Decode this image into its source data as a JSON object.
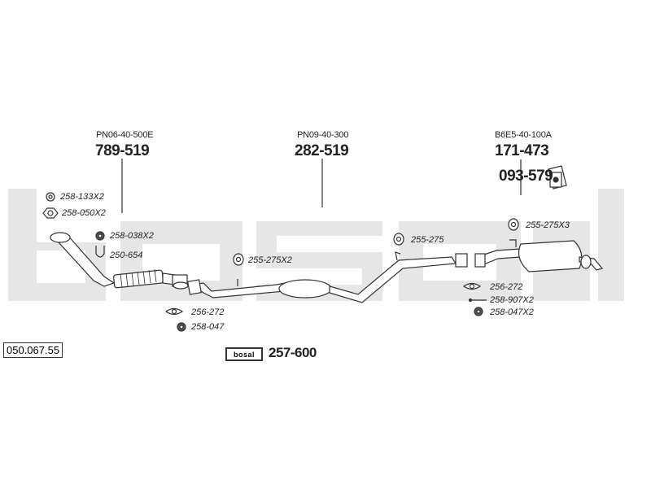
{
  "reference_number": "050.067.55",
  "brand_label": "bosal",
  "assembly_kit": "257-600",
  "sections": {
    "front": {
      "oe_number": "PN06-40-500E",
      "part_number": "789-519"
    },
    "middle": {
      "oe_number": "PN09-40-300",
      "part_number": "282-519"
    },
    "rear": {
      "oe_number": "B6E5-40-100A",
      "part_number": "171-473",
      "heat_shield": "093-579"
    }
  },
  "fittings": {
    "f1": "258-133X2",
    "f2": "258-050X2",
    "f3": "258-038X2",
    "f4": "250-654",
    "f5": "255-275X2",
    "f6": "256-272",
    "f7": "258-047",
    "f8": "255-275",
    "f9": "255-275X3",
    "f10": "256-272",
    "f11": "258-907X2",
    "f12": "258-047X2"
  },
  "colors": {
    "watermark": "#e6e6e6",
    "line": "#333333",
    "pipe_fill": "#ffffff"
  }
}
